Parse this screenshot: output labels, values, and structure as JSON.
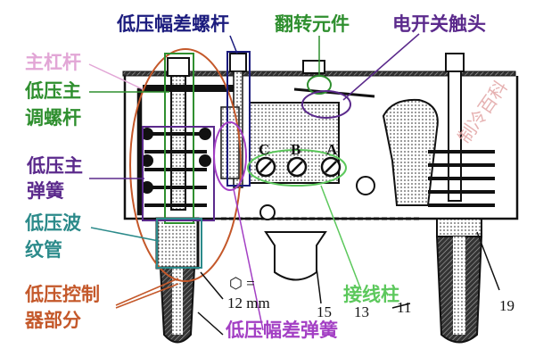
{
  "labels": {
    "diff_screw": "低压幅差螺杆",
    "flip_element": "翻转元件",
    "switch_contact": "电开关触头",
    "main_lever": "主杠杆",
    "main_adjust_screw": [
      "低压主",
      "调螺杆"
    ],
    "main_spring": [
      "低压主",
      "弹簧"
    ],
    "bellows": [
      "低压波",
      "纹管"
    ],
    "controller_part": [
      "低压控制",
      "器部分"
    ],
    "diff_spring": "低压幅差弹簧",
    "terminal": "接线柱"
  },
  "terminals": [
    "C",
    "B",
    "A"
  ],
  "numbers": {
    "hex": "⬡ =",
    "size": "12 mm",
    "n15": "15",
    "n13": "13",
    "n11": "11",
    "n19": "19"
  },
  "watermark": "制冷百科",
  "colors": {
    "navy": "#1c1c7e",
    "green": "#2f8f2f",
    "purple": "#5b2a8c",
    "pink": "#e2a6d6",
    "teal": "#2b8a8a",
    "orange": "#c4582a",
    "magenta": "#a33fc4",
    "lightgreen": "#5cc85c"
  }
}
